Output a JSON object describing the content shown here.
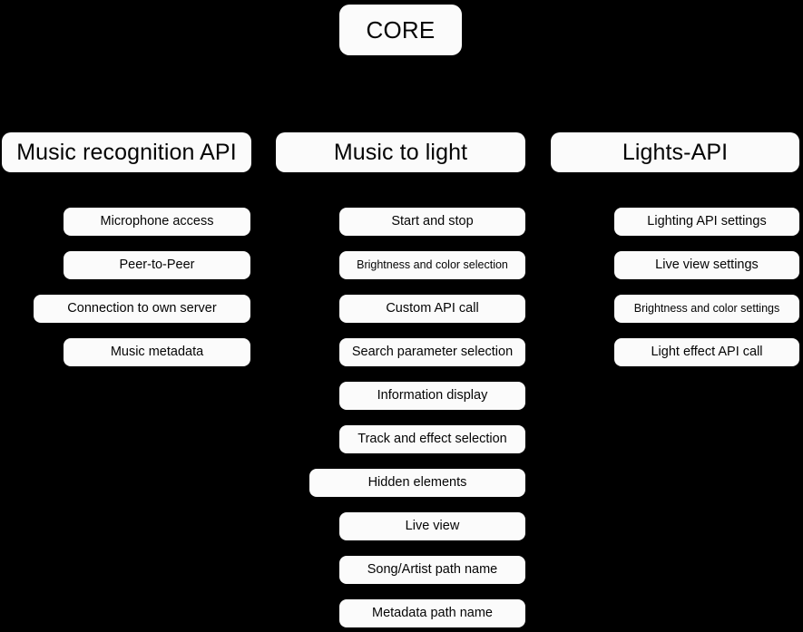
{
  "diagram": {
    "background_color": "#000000",
    "node_fill_color": "#fbfbfb",
    "node_text_color": "#050505",
    "root": {
      "label": "CORE"
    },
    "columns": [
      {
        "header": "Music recognition API",
        "items": [
          {
            "label": "Microphone access"
          },
          {
            "label": "Peer-to-Peer"
          },
          {
            "label": "Connection to own server"
          },
          {
            "label": "Music metadata"
          }
        ]
      },
      {
        "header": "Music to light",
        "items": [
          {
            "label": "Start and stop"
          },
          {
            "label": "Brightness and color selection"
          },
          {
            "label": "Custom API call"
          },
          {
            "label": "Search parameter selection"
          },
          {
            "label": "Information display"
          },
          {
            "label": "Track and effect selection"
          },
          {
            "label": "Hidden elements"
          },
          {
            "label": "Live view"
          },
          {
            "label": "Song/Artist path name"
          },
          {
            "label": "Metadata path name"
          }
        ]
      },
      {
        "header": "Lights-API",
        "items": [
          {
            "label": "Lighting API settings"
          },
          {
            "label": "Live view settings"
          },
          {
            "label": "Brightness and color settings"
          },
          {
            "label": "Light effect API call"
          }
        ]
      }
    ]
  }
}
